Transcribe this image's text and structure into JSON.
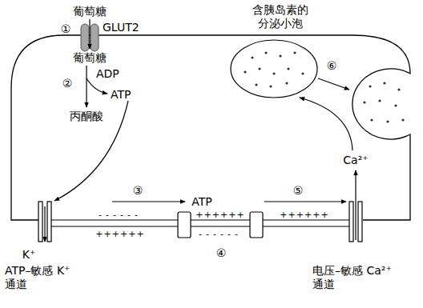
{
  "diagram": {
    "labels": [
      "葡萄糖",
      "①",
      "GLUT2",
      "葡萄糖",
      "②",
      "ADP",
      "ATP",
      "丙酮酸",
      "含胰岛素的 分泌小泡",
      "⑥",
      "Ca²⁺",
      "③",
      "ATP",
      "------",
      "++++++",
      "++++++",
      "------",
      "④",
      "⑤",
      "++++++",
      "K⁺",
      "ATP–敏感 K⁺通道",
      "电压–敏感 Ca²⁺通道"
    ]
  }
}
